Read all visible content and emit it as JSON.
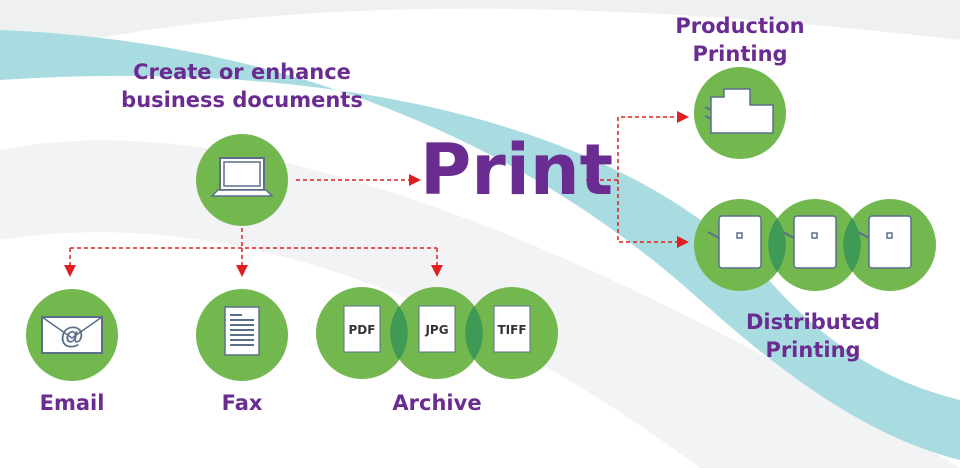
{
  "colors": {
    "purple": "#6b2c91",
    "green": "#72b84f",
    "overlap": "#3f9a56",
    "arrow": "#e02020",
    "teal": "#a9dce0"
  },
  "create": {
    "line1": "Create or enhance",
    "line2": "business documents",
    "icon": "laptop-icon"
  },
  "print": "Print",
  "production": {
    "line1": "Production",
    "line2": "Printing",
    "icon": "production-printer-icon"
  },
  "distributed": {
    "line1": "Distributed",
    "line2": "Printing",
    "icon": "office-printer-icon"
  },
  "email": {
    "label": "Email",
    "symbol": "@",
    "icon": "envelope-icon"
  },
  "fax": {
    "label": "Fax",
    "icon": "fax-document-icon"
  },
  "archive": {
    "label": "Archive",
    "formats": [
      "PDF",
      "JPG",
      "TIFF"
    ]
  }
}
